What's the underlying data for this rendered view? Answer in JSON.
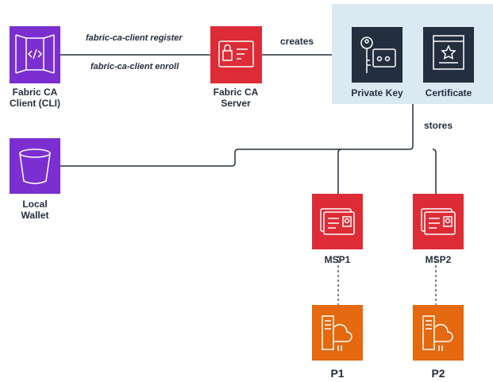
{
  "nodes": {
    "fabric_ca_client": {
      "label": "Fabric CA\nClient (CLI)",
      "icon": "code-brackets-icon",
      "color": "#7b2fd1"
    },
    "fabric_ca_server": {
      "label": "Fabric CA\nServer",
      "icon": "id-card-lock-icon",
      "color": "#dd2c36"
    },
    "private_key": {
      "label": "Private Key",
      "icon": "key-icon",
      "color": "#232f3e"
    },
    "certificate": {
      "label": "Certificate",
      "icon": "certificate-icon",
      "color": "#232f3e"
    },
    "local_wallet": {
      "label": "Local\nWallet",
      "icon": "bucket-icon",
      "color": "#7b2fd1"
    },
    "msp1": {
      "label": "MSP1",
      "icon": "identity-card-icon",
      "color": "#dd2c36"
    },
    "msp2": {
      "label": "MSP2",
      "icon": "identity-card-icon",
      "color": "#dd2c36"
    },
    "p1": {
      "label": "P1",
      "icon": "server-cloud-icon",
      "color": "#e4690f"
    },
    "p2": {
      "label": "P2",
      "icon": "server-cloud-icon",
      "color": "#e4690f"
    }
  },
  "edges": {
    "register": "fabric-ca-client register",
    "enroll": "fabric-ca-client enroll",
    "creates": "creates",
    "stores": "stores"
  },
  "group_color": "#dbe9f3"
}
